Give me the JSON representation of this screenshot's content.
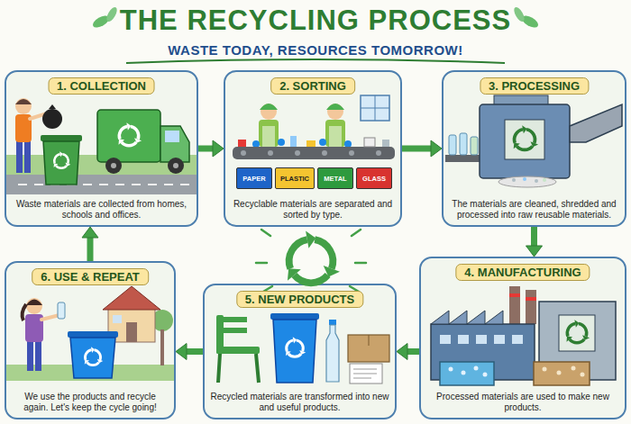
{
  "diagram": {
    "title": "THE RECYCLING PROCESS",
    "nodes": [
      {
        "text": [
          "1. COLLECTION",
          "Waste materials are collected from homes, schools and offices."
        ]
      },
      {
        "text": [
          "2. SORTING",
          "Recyclable materials are separated and sorted by type."
        ]
      },
      {
        "text": [
          "3. PROCESSING",
          "The materials are cleaned, shredded and processed into raw reusable materials."
        ]
      },
      {
        "text": [
          "4. MANUFACTURING",
          "Processed materials are used to make new products."
        ]
      },
      {
        "text": [
          "5. NEW PRODUCTS",
          "Recycled materials are transformed into new and useful products."
        ]
      },
      {
        "text": [
          "6. USE & REPEAT",
          "We use the products and recycle again. Let's keep the cycle going!"
        ]
      }
    ],
    "edges": [
      {
        "from": 0,
        "to": 1,
        "arrow": "to"
      },
      {
        "from": 1,
        "to": 2,
        "arrow": "to"
      },
      {
        "from": 2,
        "to": 3,
        "arrow": "to"
      },
      {
        "from": 3,
        "to": 4,
        "arrow": "to"
      },
      {
        "from": 4,
        "to": 5,
        "arrow": "to"
      },
      {
        "from": 5,
        "to": 0,
        "arrow": "to"
      }
    ],
    "labels": [
      "WASTE TODAY, RESOURCES TOMORROW!",
      "PAPER",
      "PLASTIC",
      "METAL",
      "GLASS"
    ]
  }
}
